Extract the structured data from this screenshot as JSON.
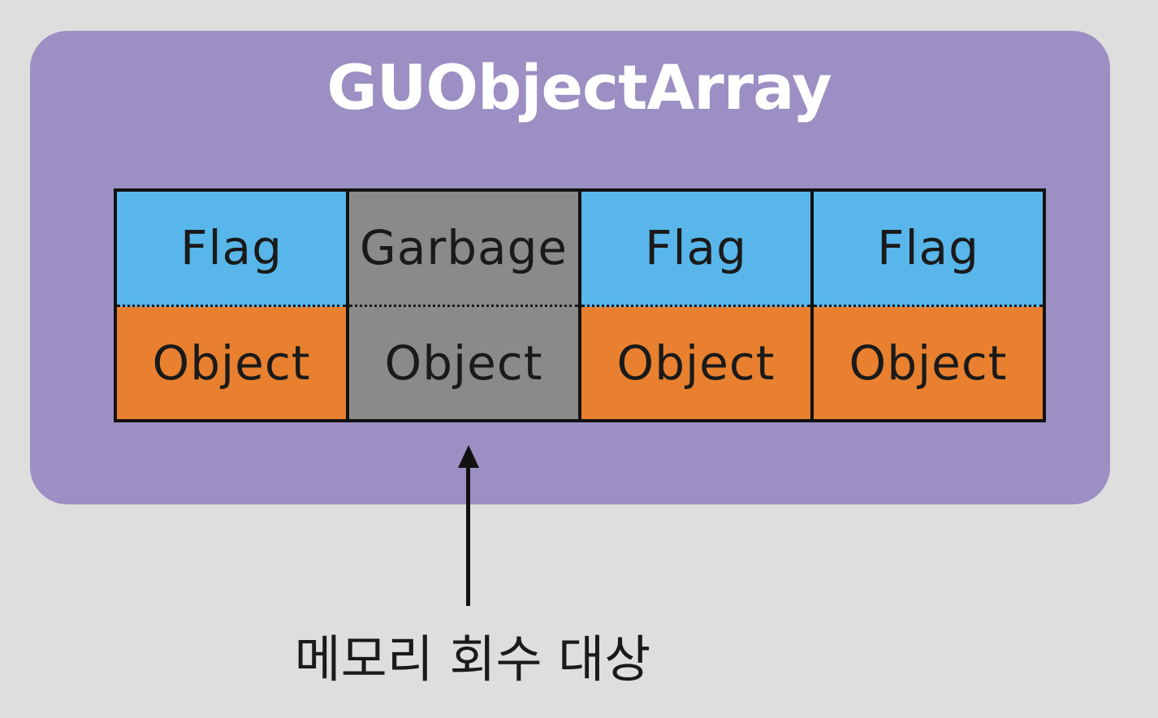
{
  "title": "GUObjectArray",
  "slots": [
    {
      "top": "Flag",
      "bottom": "Object",
      "state": "live"
    },
    {
      "top": "Garbage",
      "bottom": "Object",
      "state": "garbage"
    },
    {
      "top": "Flag",
      "bottom": "Object",
      "state": "live"
    },
    {
      "top": "Flag",
      "bottom": "Object",
      "state": "live"
    }
  ],
  "caption": "메모리 회수 대상",
  "colors": {
    "container": "#9b8fc3",
    "flag": "#58b6ea",
    "object": "#e8802f",
    "garbage": "#8a8a8a",
    "background": "#dedede"
  }
}
